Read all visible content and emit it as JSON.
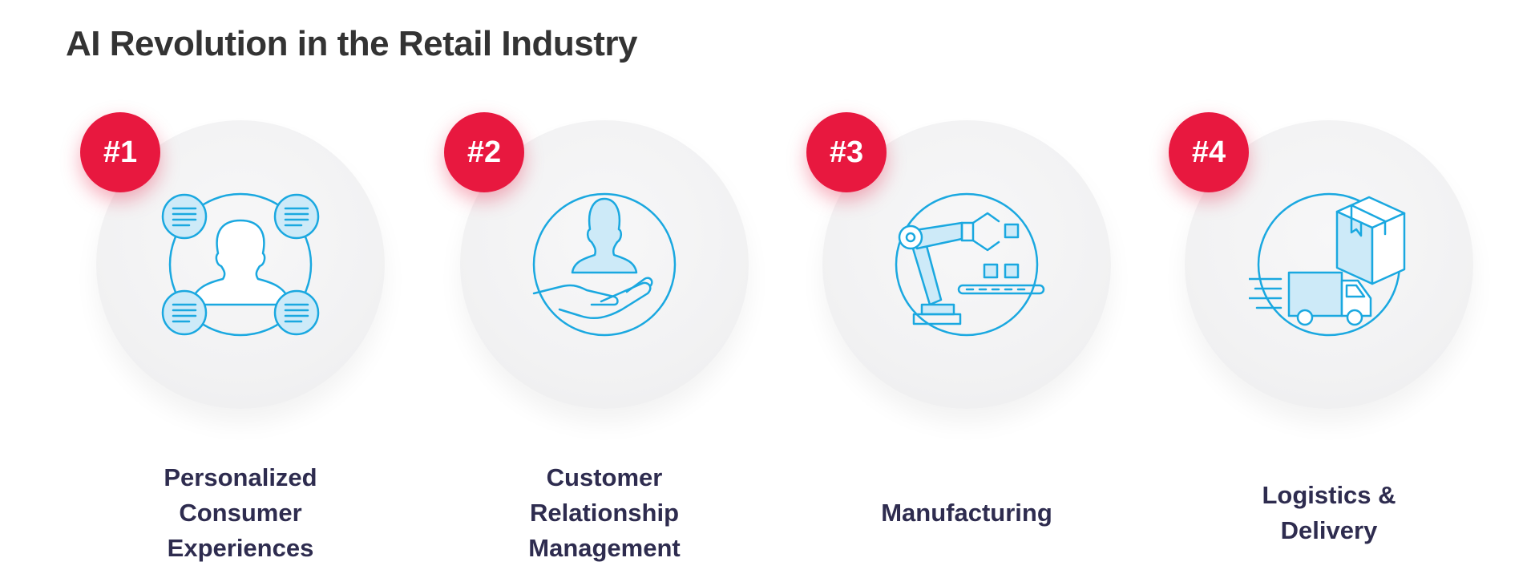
{
  "title": "AI Revolution in the Retail Industry",
  "colors": {
    "badge": "#e8183f",
    "icon_stroke": "#1aa8e0",
    "icon_fill": "#cdeaf8",
    "label": "#2e2c4f",
    "title": "#333333"
  },
  "items": [
    {
      "number": "#1",
      "icon": "user-network-icon",
      "label_lines": [
        "Personalized",
        "Consumer",
        "Experiences"
      ]
    },
    {
      "number": "#2",
      "icon": "hand-customer-icon",
      "label_lines": [
        "Customer",
        "Relationship",
        "Management"
      ]
    },
    {
      "number": "#3",
      "icon": "robot-arm-icon",
      "label_lines": [
        "Manufacturing",
        "",
        ""
      ]
    },
    {
      "number": "#4",
      "icon": "delivery-truck-icon",
      "label_lines": [
        "Logistics &",
        "Delivery",
        ""
      ]
    }
  ]
}
